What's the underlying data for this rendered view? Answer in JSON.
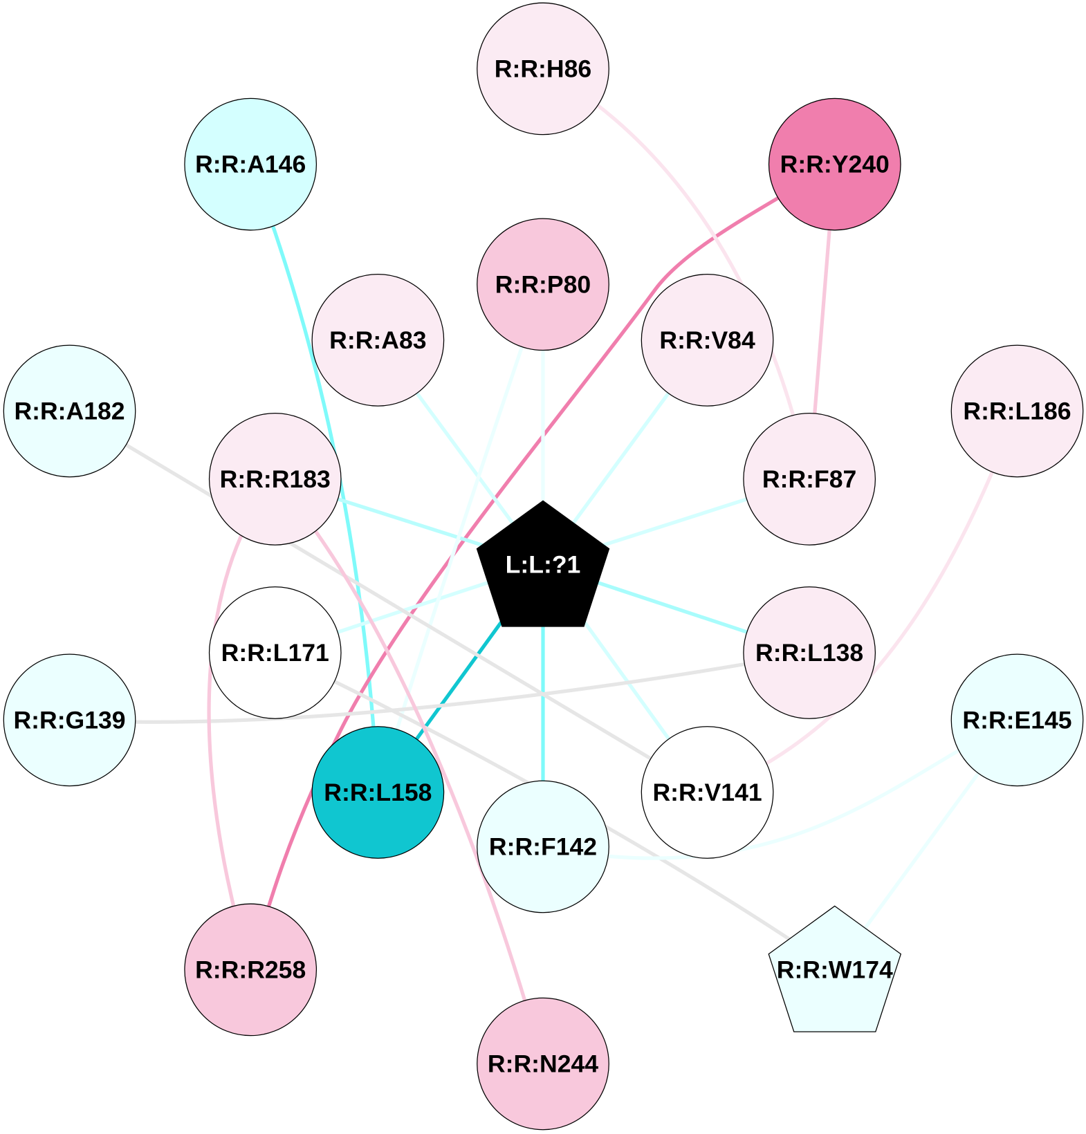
{
  "title": "Ligand-receptor interaction network",
  "colors": {
    "cyan_strong": "#10c6d0",
    "cyan_mid": "#7ffafa",
    "cyan_light": "#d4ffff",
    "cyan_pale": "#ebffff",
    "pink_strong": "#f07ead",
    "pink_mid": "#f8c8dc",
    "pink_light": "#fbebf3",
    "gray": "#e6e6e6",
    "ligand": "#000000"
  },
  "nodes": [
    {
      "id": "H86",
      "label": "R:R:H86",
      "fill": "#fbebf3",
      "shape": "circle"
    },
    {
      "id": "A146",
      "label": "R:R:A146",
      "fill": "#d4ffff",
      "shape": "circle"
    },
    {
      "id": "Y240",
      "label": "R:R:Y240",
      "fill": "#f07ead",
      "shape": "circle"
    },
    {
      "id": "P80",
      "label": "R:R:P80",
      "fill": "#f8c8dc",
      "shape": "circle"
    },
    {
      "id": "A83",
      "label": "R:R:A83",
      "fill": "#fbebf3",
      "shape": "circle"
    },
    {
      "id": "V84",
      "label": "R:R:V84",
      "fill": "#fbebf3",
      "shape": "circle"
    },
    {
      "id": "A182",
      "label": "R:R:A182",
      "fill": "#ebffff",
      "shape": "circle"
    },
    {
      "id": "L186",
      "label": "R:R:L186",
      "fill": "#fbebf3",
      "shape": "circle"
    },
    {
      "id": "R183",
      "label": "R:R:R183",
      "fill": "#fbebf3",
      "shape": "circle"
    },
    {
      "id": "F87",
      "label": "R:R:F87",
      "fill": "#fbebf3",
      "shape": "circle"
    },
    {
      "id": "LIG",
      "label": "L:L:?1",
      "fill": "#000000",
      "shape": "pentagon"
    },
    {
      "id": "L171",
      "label": "R:R:L171",
      "fill": "#ffffff",
      "shape": "circle"
    },
    {
      "id": "L138",
      "label": "R:R:L138",
      "fill": "#fbebf3",
      "shape": "circle"
    },
    {
      "id": "G139",
      "label": "R:R:G139",
      "fill": "#ebffff",
      "shape": "circle"
    },
    {
      "id": "E145",
      "label": "R:R:E145",
      "fill": "#ebffff",
      "shape": "circle"
    },
    {
      "id": "L158",
      "label": "R:R:L158",
      "fill": "#10c6d0",
      "shape": "circle"
    },
    {
      "id": "V141",
      "label": "R:R:V141",
      "fill": "#ffffff",
      "shape": "circle"
    },
    {
      "id": "F142",
      "label": "R:R:F142",
      "fill": "#ebffff",
      "shape": "circle"
    },
    {
      "id": "R258",
      "label": "R:R:R258",
      "fill": "#f8c8dc",
      "shape": "circle"
    },
    {
      "id": "N244",
      "label": "R:R:N244",
      "fill": "#f8c8dc",
      "shape": "circle"
    },
    {
      "id": "W174",
      "label": "R:R:W174",
      "fill": "#ebffff",
      "shape": "pentagon"
    }
  ],
  "edges": [
    {
      "from": "A146",
      "to": "L158",
      "color": "#7ffafa"
    },
    {
      "from": "Y240",
      "to": "R258",
      "color": "#f07ead"
    },
    {
      "from": "Y240",
      "to": "F87",
      "color": "#f8c8dc"
    },
    {
      "from": "H86",
      "to": "F87",
      "color": "#fbe4ee"
    },
    {
      "from": "A83",
      "to": "LIG",
      "color": "#d4ffff"
    },
    {
      "from": "P80",
      "to": "LIG",
      "color": "#ebffff"
    },
    {
      "from": "V84",
      "to": "LIG",
      "color": "#d4ffff"
    },
    {
      "from": "F87",
      "to": "LIG",
      "color": "#d4ffff"
    },
    {
      "from": "R183",
      "to": "LIG",
      "color": "#b8fdfd"
    },
    {
      "from": "L171",
      "to": "LIG",
      "color": "#d4ffff"
    },
    {
      "from": "L138",
      "to": "LIG",
      "color": "#a8fcfc"
    },
    {
      "from": "V141",
      "to": "LIG",
      "color": "#d4ffff"
    },
    {
      "from": "F142",
      "to": "LIG",
      "color": "#7ffafa"
    },
    {
      "from": "L158",
      "to": "LIG",
      "color": "#10c6d0"
    },
    {
      "from": "P80",
      "to": "L158",
      "color": "#ebffff"
    },
    {
      "from": "A182",
      "to": "V141",
      "color": "#e6e6e6"
    },
    {
      "from": "L171",
      "to": "W174",
      "color": "#e6e6e6"
    },
    {
      "from": "G139",
      "to": "L138",
      "color": "#e6e6e6"
    },
    {
      "from": "R183",
      "to": "R258",
      "color": "#f8c8dc"
    },
    {
      "from": "R183",
      "to": "N244",
      "color": "#f8c8dc"
    },
    {
      "from": "L186",
      "to": "V141",
      "color": "#fbe4ee"
    },
    {
      "from": "E145",
      "to": "F142",
      "color": "#ebffff"
    },
    {
      "from": "E145",
      "to": "W174",
      "color": "#ebffff"
    }
  ]
}
